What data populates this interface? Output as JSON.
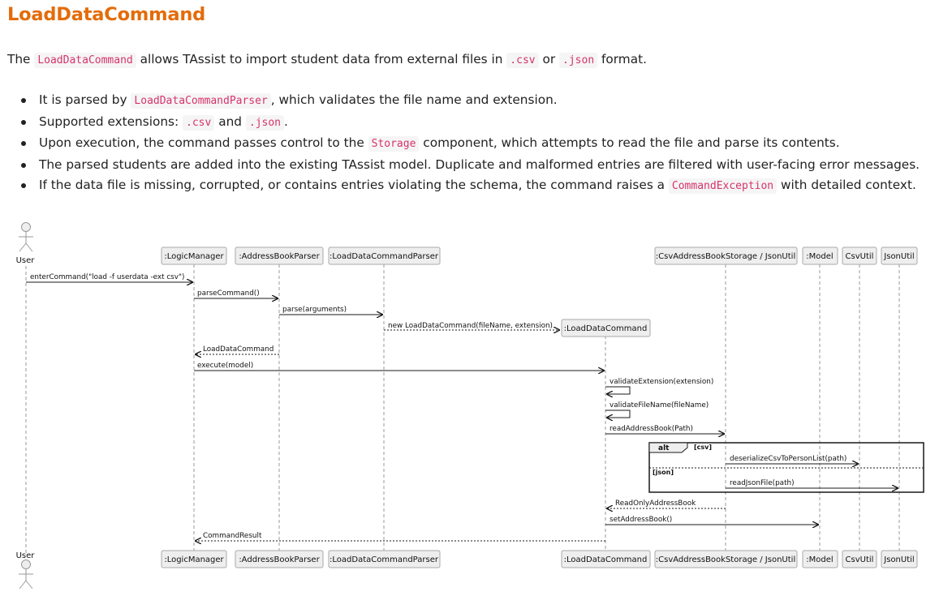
{
  "heading": "LoadDataCommand",
  "intro": {
    "t1": "The",
    "code1": "LoadDataCommand",
    "t2": "allows TAssist to import student data from external files in",
    "code2": ".csv",
    "t3": "or",
    "code3": ".json",
    "t4": "format."
  },
  "bullets": [
    {
      "t1": "It is parsed by",
      "c1": "LoadDataCommandParser",
      "t2": ", which validates the file name and extension."
    },
    {
      "t1": "Supported extensions:",
      "c1": ".csv",
      "t2": "and",
      "c2": ".json",
      "t3": "."
    },
    {
      "t1": "Upon execution, the command passes control to the",
      "c1": "Storage",
      "t2": "component, which attempts to read the file and parse its contents."
    },
    {
      "t1": "The parsed students are added into the existing TAssist model. Duplicate and malformed entries are filtered with user-facing error messages."
    },
    {
      "t1": "If the data file is missing, corrupted, or contains entries violating the schema, the command raises a",
      "c1": "CommandException",
      "t2": "with detailed context."
    }
  ],
  "diagram": {
    "actor": "User",
    "participants": [
      ":LogicManager",
      ":AddressBookParser",
      ":LoadDataCommandParser",
      ":LoadDataCommand",
      ":CsvAddressBookStorage / JsonUtil",
      ":Model",
      "CsvUtil",
      "JsonUtil"
    ],
    "messages": [
      "enterCommand(\"load -f userdata -ext csv\")",
      "parseCommand()",
      "parse(arguments)",
      "new LoadDataCommand(fileName, extension)",
      "LoadDataCommand",
      "execute(model)",
      "validateExtension(extension)",
      "validateFileName(fileName)",
      "readAddressBook(Path)",
      "deserializeCsvToPersonList(path)",
      "readJsonFile(path)",
      "ReadOnlyAddressBook",
      "setAddressBook()",
      "CommandResult"
    ],
    "alt": {
      "label": "alt",
      "guard1": "[csv]",
      "guard2": "[json]"
    }
  },
  "colors": {
    "heading": "#e36c0a",
    "code_text": "#d6336c",
    "participant_fill": "#eeeeee",
    "participant_border": "#aaaaaa"
  }
}
